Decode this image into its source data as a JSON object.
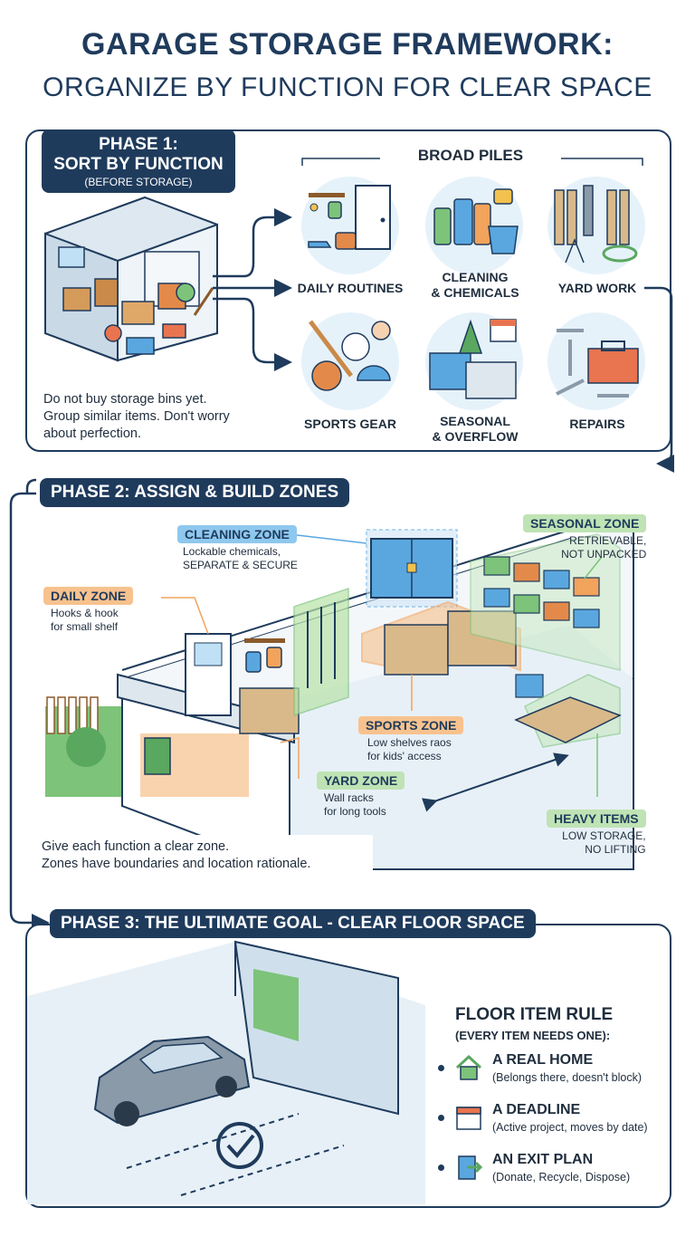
{
  "title": {
    "line1": "GARAGE STORAGE FRAMEWORK:",
    "line2": "ORGANIZE BY FUNCTION FOR CLEAR SPACE"
  },
  "phase1": {
    "badge_line1": "PHASE 1:",
    "badge_line2": "SORT BY FUNCTION",
    "badge_line3": "(BEFORE STORAGE)",
    "piles_heading": "BROAD PILES",
    "piles": [
      {
        "label": "DAILY ROUTINES"
      },
      {
        "label": "CLEANING\n& CHEMICALS"
      },
      {
        "label": "YARD WORK"
      },
      {
        "label": "SPORTS GEAR"
      },
      {
        "label": "SEASONAL\n& OVERFLOW"
      },
      {
        "label": "REPAIRS"
      }
    ],
    "note": "Do not buy storage bins yet.\nGroup similar items. Don't worry\nabout perfection."
  },
  "phase2": {
    "badge": "PHASE 2: ASSIGN & BUILD ZONES",
    "zones": {
      "cleaning": {
        "label": "CLEANING ZONE",
        "desc": "Lockable chemicals,\nSEPARATE & SECURE"
      },
      "seasonal": {
        "label": "SEASONAL ZONE",
        "desc": "RETRIEVABLE,\nNOT UNPACKED"
      },
      "daily": {
        "label": "DAILY ZONE",
        "desc": "Hooks & hook\nfor small shelf"
      },
      "sports": {
        "label": "SPORTS ZONE",
        "desc": "Low shelves raos\nfor kids' access"
      },
      "yard": {
        "label": "YARD ZONE",
        "desc": "Wall racks\nfor long tools"
      },
      "heavy": {
        "label": "HEAVY ITEMS",
        "desc": "LOW STORAGE,\nNO LIFTING"
      }
    },
    "note": "Give each function a clear zone.\nZones have boundaries and location rationale."
  },
  "phase3": {
    "badge": "PHASE 3: THE ULTIMATE GOAL - CLEAR FLOOR SPACE",
    "rule_heading": "FLOOR ITEM RULE",
    "rule_sub": "(EVERY ITEM NEEDS ONE):",
    "rules": [
      {
        "title": "A REAL HOME",
        "text": "(Belongs there, doesn't block)",
        "icon": "house-icon"
      },
      {
        "title": "A DEADLINE",
        "text": "(Active project, moves by date)",
        "icon": "calendar-icon"
      },
      {
        "title": "AN EXIT PLAN",
        "text": "(Donate, Recycle, Dispose)",
        "icon": "exit-door-icon"
      }
    ]
  },
  "colors": {
    "navy": "#1f3b5c",
    "cleaning": "#5aa7e0",
    "seasonal": "#7dc37a",
    "daily": "#f2a35c",
    "sports": "#f2a35c",
    "yard": "#8fcf7f",
    "heavy": "#8fcf7f"
  }
}
